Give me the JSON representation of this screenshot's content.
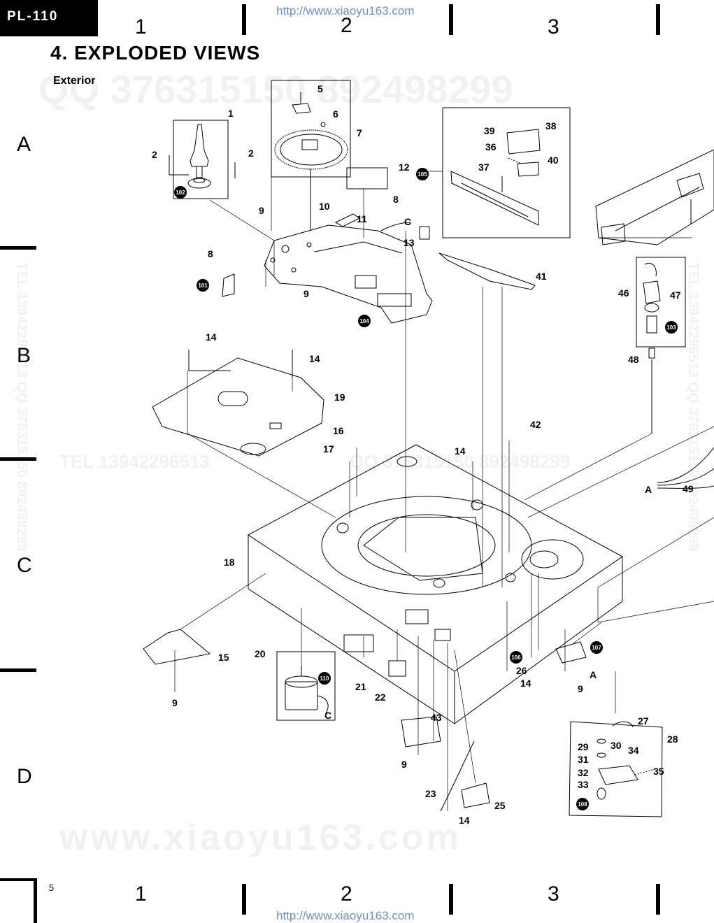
{
  "header": {
    "model": "PL-110",
    "url": "http://www.xiaoyu163.com",
    "columns": [
      "1",
      "2",
      "3"
    ]
  },
  "rows": [
    "A",
    "B",
    "C",
    "D"
  ],
  "title": "4. EXPLODED VIEWS",
  "subtitle": "Exterior",
  "watermarks": {
    "qq": "QQ 376315150   892498299",
    "tel": "TEL 13942296513",
    "qq2": "QQ 376315150  892498299",
    "vertical_left": "TEL 13942296513 QQ 376315150 892498299",
    "vertical_right": "TEL 13942296513 QQ 376315150 892498299",
    "site": "www.xiaoyu163.com"
  },
  "footer": {
    "page": "5",
    "url": "http://www.xiaoyu163.com"
  },
  "callouts": {
    "n1": "1",
    "n2a": "2",
    "n2b": "2",
    "n5": "5",
    "n6": "6",
    "n7": "7",
    "n8a": "8",
    "n8b": "8",
    "n9a": "9",
    "n9b": "9",
    "n9c": "9",
    "n9d": "9",
    "n9e": "9",
    "n10": "10",
    "n11": "11",
    "n12": "12",
    "n13": "13",
    "n14a": "14",
    "n14b": "14",
    "n14c": "14",
    "n14d": "14",
    "n14e": "14",
    "n15": "15",
    "n16": "16",
    "n17": "17",
    "n18": "18",
    "n19": "19",
    "n20": "20",
    "n21": "21",
    "n22": "22",
    "n23": "23",
    "n25": "25",
    "n26": "26",
    "n27": "27",
    "n28": "28",
    "n29": "29",
    "n30": "30",
    "n31": "31",
    "n32": "32",
    "n33": "33",
    "n34": "34",
    "n35": "35",
    "n36": "36",
    "n37": "37",
    "n38": "38",
    "n39": "39",
    "n40": "40",
    "n41": "41",
    "n42": "42",
    "n43": "43",
    "n46": "46",
    "n47": "47",
    "n48": "48",
    "n49": "49",
    "cA1": "C",
    "cA2": "C",
    "aA1": "A",
    "aA2": "A"
  },
  "ref_marks": {
    "r101": "101",
    "r102": "102",
    "r103": "103",
    "r104": "104",
    "r105": "105",
    "r106": "106",
    "r107": "107",
    "r108": "108",
    "r110": "110"
  }
}
